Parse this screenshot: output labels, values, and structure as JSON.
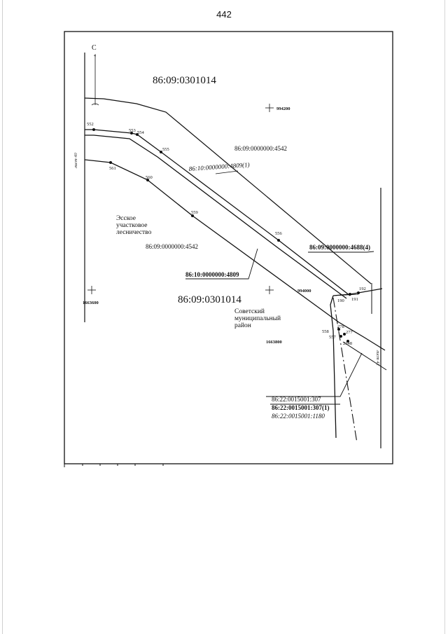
{
  "page": {
    "number": "442"
  },
  "map": {
    "north_label": "С",
    "north_sub": "4",
    "parcels": {
      "top_block": "86:09:0301014",
      "bottom_block": "86:09:0301014",
      "upper_strip": "86:09:0000000:4542",
      "lower_strip": "86:09:0000000:4542",
      "road_italic": "86:10:0000000:4809(1)",
      "road_boxed": "86:10:0000000:4809",
      "right_parcel": "86:09:0000000:4688(4)"
    },
    "regions": {
      "forestry_line1": "Эсское",
      "forestry_line2": "участковое",
      "forestry_line3": "лесничество",
      "district_line1": "Советский",
      "district_line2": "муниципальный",
      "district_line3": "район"
    },
    "sheets": {
      "left": "лист 40",
      "right": "лист 42"
    },
    "grid_labels": {
      "top_right": "994200",
      "middle": "994000",
      "left": "1663600",
      "bottom": "1663800"
    },
    "points": {
      "p552": "552",
      "p553": "553",
      "p554": "554",
      "p555": "555",
      "p556": "556",
      "p561": "561",
      "p560": "560",
      "p559": "559",
      "p190": "190",
      "p191": "191",
      "p192": "192",
      "p558": "558",
      "p557": "557",
      "p278": "278",
      "p277": "277",
      "p2348": "2348"
    },
    "legend": {
      "line1": "86:22:0015001:307",
      "line2": "86:22:0015001:307(1)",
      "line3": "86:22:0015001:1180"
    }
  }
}
